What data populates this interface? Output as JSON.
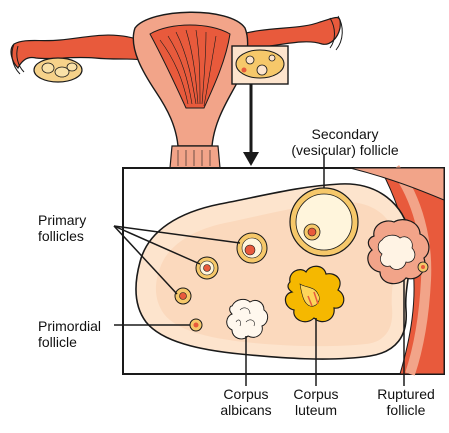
{
  "labels": {
    "secondary_follicle": [
      "Secondary",
      "(vesicular) follicle"
    ],
    "primary_follicles": [
      "Primary",
      "follicles"
    ],
    "primordial_follicle": [
      "Primordial",
      "follicle"
    ],
    "corpus_albicans": [
      "Corpus",
      "albicans"
    ],
    "corpus_luteum": [
      "Corpus",
      "luteum"
    ],
    "ruptured_follicle": [
      "Ruptured",
      "follicle"
    ]
  },
  "colors": {
    "tissue_red": "#e85a3c",
    "tissue_pink": "#f2a489",
    "tissue_light": "#fbd7c4",
    "ovary_fill": "#fde4cd",
    "ovary_yellow": "#f6c86a",
    "luteum_yellow": "#f5b800",
    "outline": "#1a1a1a"
  }
}
